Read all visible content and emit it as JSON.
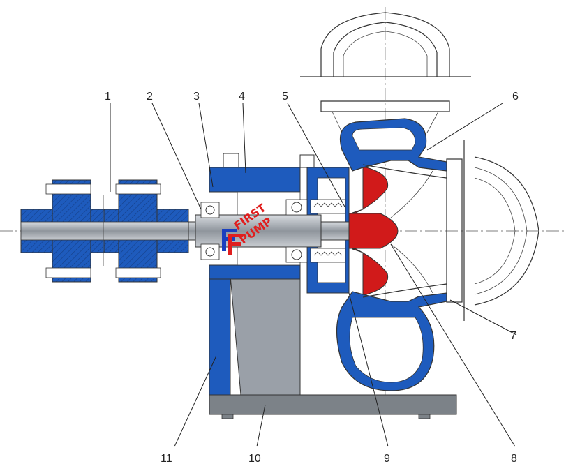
{
  "callouts": [
    {
      "id": "1",
      "label": "1"
    },
    {
      "id": "2",
      "label": "2"
    },
    {
      "id": "3",
      "label": "3"
    },
    {
      "id": "4",
      "label": "4"
    },
    {
      "id": "5",
      "label": "5"
    },
    {
      "id": "6",
      "label": "6"
    },
    {
      "id": "7",
      "label": "7"
    },
    {
      "id": "8",
      "label": "8"
    },
    {
      "id": "9",
      "label": "9"
    },
    {
      "id": "10",
      "label": "10"
    },
    {
      "id": "11",
      "label": "11"
    }
  ],
  "logo": {
    "line1": "FIRST",
    "line2": "PUMP"
  },
  "colors": {
    "casing": "#1e5bbd",
    "impeller": "#d11a1a",
    "shaft": "#9aa0a8",
    "base": "#7c8288",
    "outline": "#333333",
    "logo_red": "#e01e1e",
    "logo_blue": "#1a3fbf"
  }
}
